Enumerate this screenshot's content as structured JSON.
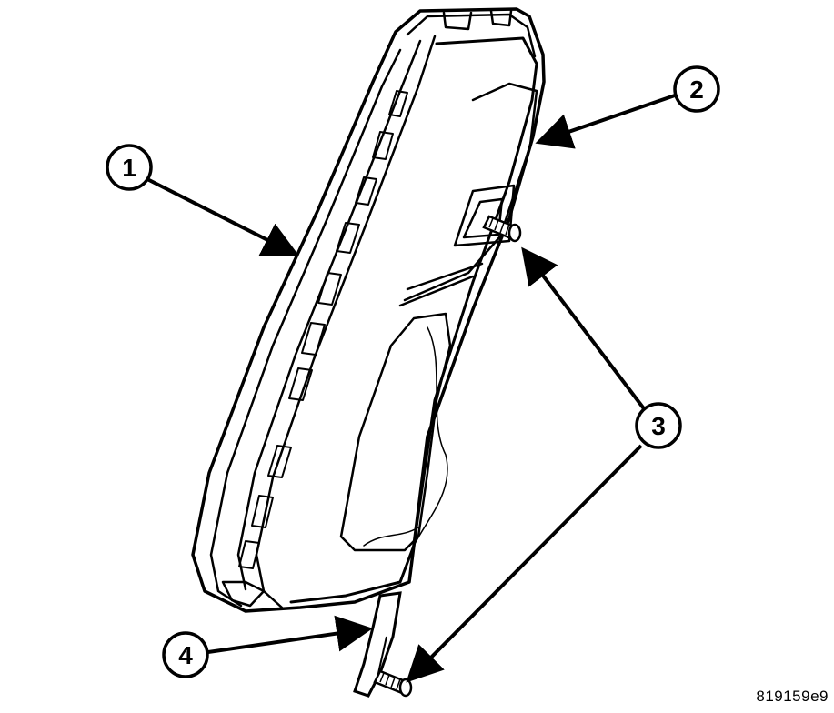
{
  "callouts": [
    {
      "id": "1",
      "label": "1"
    },
    {
      "id": "2",
      "label": "2"
    },
    {
      "id": "3",
      "label": "3"
    },
    {
      "id": "4",
      "label": "4"
    }
  ],
  "reference_code": "819159e9",
  "colors": {
    "line": "#000000",
    "background": "#ffffff"
  }
}
